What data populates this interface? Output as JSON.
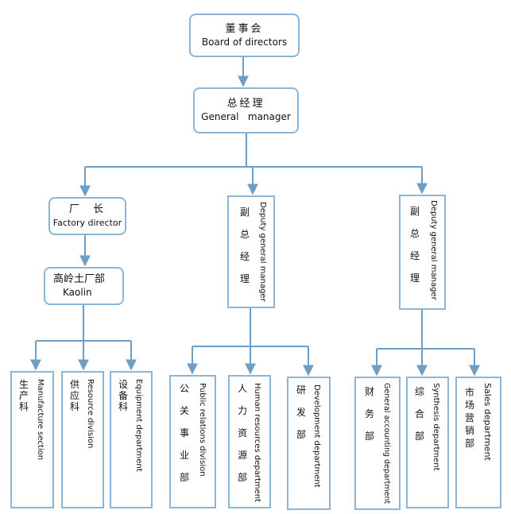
{
  "colors": {
    "line": "#6f9ec4",
    "border": "#8bb6d6"
  },
  "board": {
    "zh": "董事会",
    "en": "Board of directors"
  },
  "gm": {
    "zh": "总经理",
    "en": "General   manager"
  },
  "factory_director": {
    "zh": "厂  长",
    "en": "Factory director"
  },
  "kaolin": {
    "zh": "高岭土厂部",
    "en": "Kaolin"
  },
  "deputy_mid": {
    "zh": "副\n\n总\n\n经\n\n理",
    "en": "Deputy general manager"
  },
  "deputy_right": {
    "zh": "副\n\n总\n\n经\n\n理",
    "en": "Deputy general manager"
  },
  "departments": [
    {
      "zh": "生\n产\n科",
      "en": "Manufacture section"
    },
    {
      "zh": "供\n应\n科",
      "en": "Resource division"
    },
    {
      "zh": "设\n备\n科",
      "en": "Equipment department"
    },
    {
      "zh": "公\n\n关\n\n事\n\n业\n\n部",
      "en": "Public relations division"
    },
    {
      "zh": "人\n\n力\n\n资\n\n源\n\n部",
      "en": "Human resources department"
    },
    {
      "zh": "研\n\n发\n\n部",
      "en": "Development department"
    },
    {
      "zh": "财\n\n务\n\n部",
      "en": "General accounting department"
    },
    {
      "zh": "综\n\n合\n\n部",
      "en": "Synthesis department"
    },
    {
      "zh": "市\n场\n营\n销\n部",
      "en": "Sales department"
    }
  ]
}
